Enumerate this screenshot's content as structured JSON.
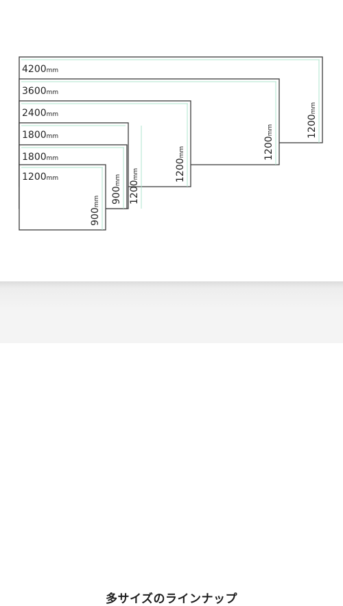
{
  "unit": "mm",
  "boards": [
    {
      "width": "4200",
      "height": "1200"
    },
    {
      "width": "3600",
      "height": "1200"
    },
    {
      "width": "2400",
      "height": "1200"
    },
    {
      "width": "1800",
      "height": "1200"
    },
    {
      "width": "1800",
      "height": "900"
    },
    {
      "width": "1200",
      "height": "900"
    }
  ],
  "colors": {
    "frame": "#3a3a3a",
    "guide": "#aee6cc",
    "text": "#222222"
  },
  "caption": "多サイズのラインナップ"
}
